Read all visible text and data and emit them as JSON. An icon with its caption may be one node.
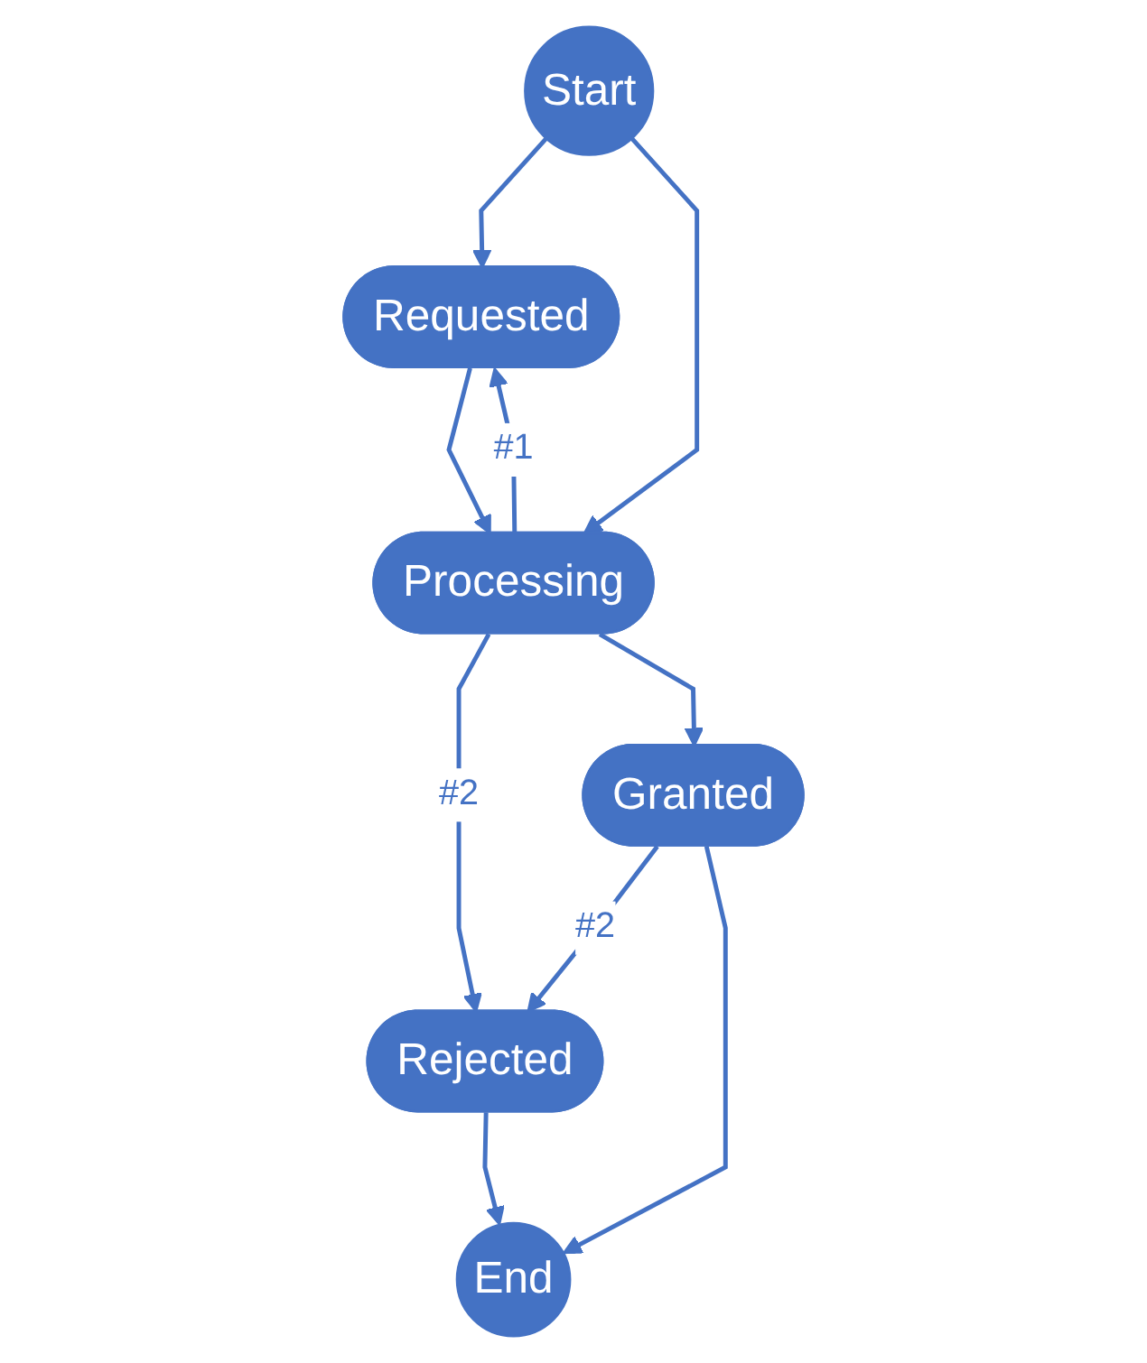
{
  "diagram": {
    "nodes": [
      {
        "text": [
          "Start"
        ]
      },
      {
        "text": [
          "Requested"
        ]
      },
      {
        "text": [
          "Processing"
        ]
      },
      {
        "text": [
          "Rejected"
        ]
      },
      {
        "text": [
          "Granted"
        ]
      },
      {
        "text": [
          "End"
        ]
      }
    ],
    "edges": [
      {
        "from": 0,
        "to": 1,
        "arrow": "to"
      },
      {
        "from": 0,
        "to": 2,
        "arrow": "to"
      },
      {
        "from": 1,
        "to": 2,
        "arrow": "to"
      },
      {
        "from": 2,
        "to": 1,
        "arrow": "to",
        "label": "#1"
      },
      {
        "from": 2,
        "to": 3,
        "arrow": "to",
        "label": "#2"
      },
      {
        "from": 2,
        "to": 4,
        "arrow": "to"
      },
      {
        "from": 4,
        "to": 3,
        "arrow": "to",
        "label": "#2"
      },
      {
        "from": 4,
        "to": 5,
        "arrow": "to"
      },
      {
        "from": 3,
        "to": 5,
        "arrow": "to"
      }
    ]
  }
}
